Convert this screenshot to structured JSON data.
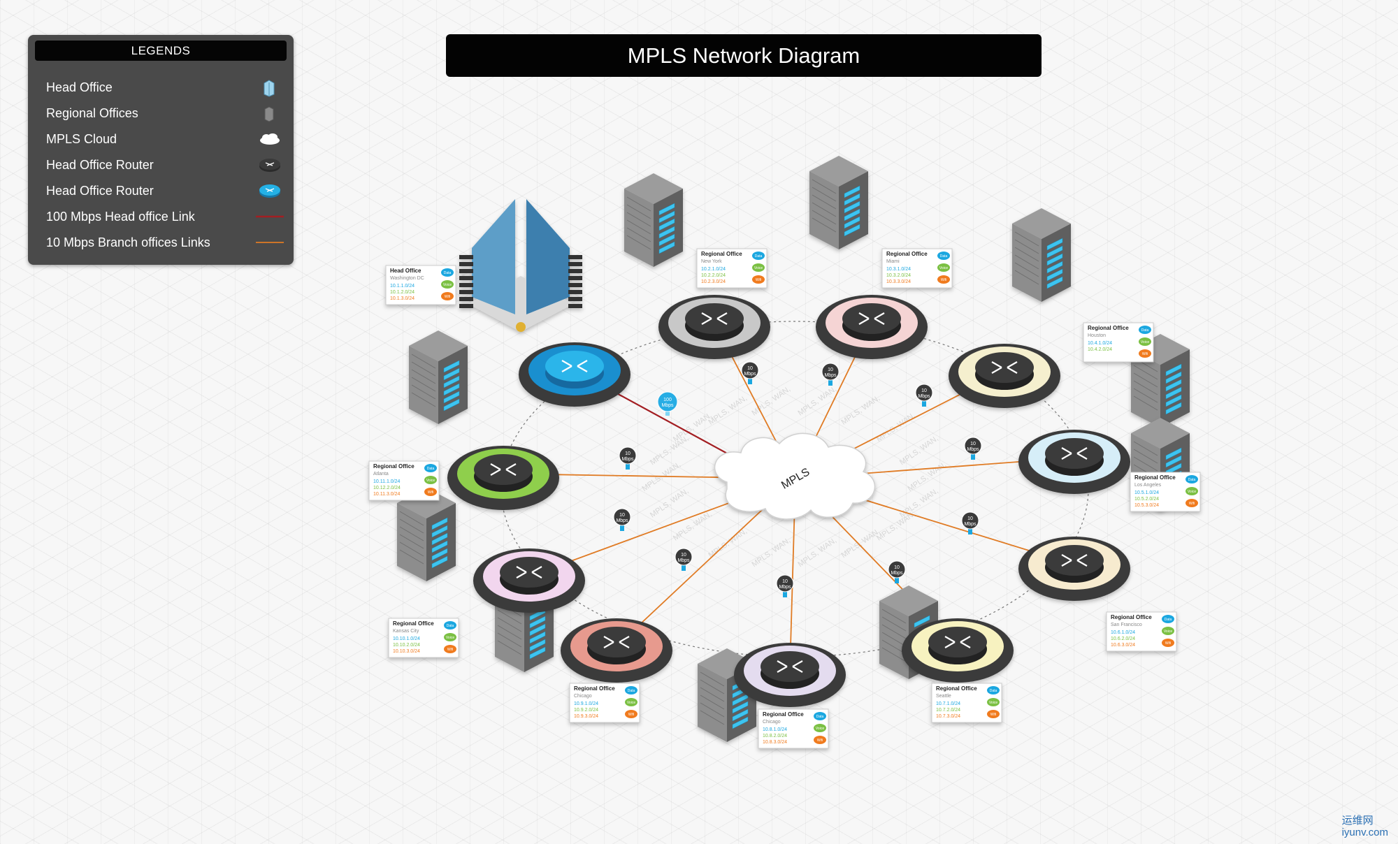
{
  "title": "MPLS Network Diagram",
  "legend": {
    "heading": "LEGENDS",
    "items": [
      {
        "label": "Head Office",
        "icon": "head-office-icon"
      },
      {
        "label": "Regional Offices",
        "icon": "regional-office-icon"
      },
      {
        "label": "MPLS Cloud",
        "icon": "cloud-icon"
      },
      {
        "label": "Head Office Router",
        "icon": "router-dark-icon"
      },
      {
        "label": "Head Office Router",
        "icon": "router-blue-icon"
      },
      {
        "label": "100 Mbps Head office Link",
        "icon": "red-link-icon"
      },
      {
        "label": "10 Mbps Branch offices Links",
        "icon": "orange-link-icon"
      }
    ]
  },
  "cloud_label": "MPLS",
  "watermark_text": "MPLS, WAN,",
  "pill_labels": {
    "data": "Data",
    "voice": "Voice",
    "wifi": "Wifi"
  },
  "colors": {
    "data": "#1ba7e0",
    "voice": "#7bc043",
    "wifi": "#f07b1e",
    "head_link": "#a31e22",
    "branch_link": "#e07b24"
  },
  "head_office": {
    "title": "Head Office",
    "city": "Washington DC",
    "subnets": [
      "10.1.1.0/24",
      "10.1.2.0/24",
      "10.1.3.0/24"
    ]
  },
  "head_link": {
    "speed": "100",
    "unit": "Mbps"
  },
  "branch_link": {
    "speed": "10",
    "unit": "Mbps"
  },
  "offices": [
    {
      "title": "Regional Office",
      "city": "New York",
      "subnets": [
        "10.2.1.0/24",
        "10.2.2.0/24",
        "10.2.3.0/24"
      ],
      "ring": "#c8c8c8"
    },
    {
      "title": "Regional Office",
      "city": "Miami",
      "subnets": [
        "10.3.1.0/24",
        "10.3.2.0/24",
        "10.3.3.0/24"
      ],
      "ring": "#f5d4d4"
    },
    {
      "title": "Regional Office",
      "city": "Houston",
      "subnets": [
        "10.4.1.0/24",
        "10.4.2.0/24"
      ],
      "ring": "#f5efce"
    },
    {
      "title": "Regional Office",
      "city": "Los Angeles",
      "subnets": [
        "10.5.1.0/24",
        "10.5.2.0/24",
        "10.5.3.0/24"
      ],
      "ring": "#d6eef8"
    },
    {
      "title": "Regional Office",
      "city": "San Francisco",
      "subnets": [
        "10.6.1.0/24",
        "10.6.2.0/24",
        "10.6.3.0/24"
      ],
      "ring": "#f7ebcf"
    },
    {
      "title": "Regional Office",
      "city": "Seattle",
      "subnets": [
        "10.7.1.0/24",
        "10.7.2.0/24",
        "10.7.3.0/24"
      ],
      "ring": "#f7f2c0"
    },
    {
      "title": "Regional Office",
      "city": "Chicago",
      "subnets": [
        "10.8.1.0/24",
        "10.8.2.0/24",
        "10.8.3.0/24"
      ],
      "ring": "#e4dcef"
    },
    {
      "title": "Regional Office",
      "city": "Chicago",
      "subnets": [
        "10.9.1.0/24",
        "10.9.2.0/24",
        "10.9.3.0/24"
      ],
      "ring": "#e79a8e"
    },
    {
      "title": "Regional Office",
      "city": "Kansas City",
      "subnets": [
        "10.10.1.0/24",
        "10.10.2.0/24",
        "10.10.3.0/24"
      ],
      "ring": "#f2d6ee"
    },
    {
      "title": "Regional Office",
      "city": "Atlanta",
      "subnets": [
        "10.11.1.0/24",
        "10.12.2.0/24",
        "10.11.3.0/24"
      ],
      "ring": "#8fcf4c"
    }
  ],
  "brand": {
    "cn": "运维网",
    "domain": "iyunv.com"
  }
}
